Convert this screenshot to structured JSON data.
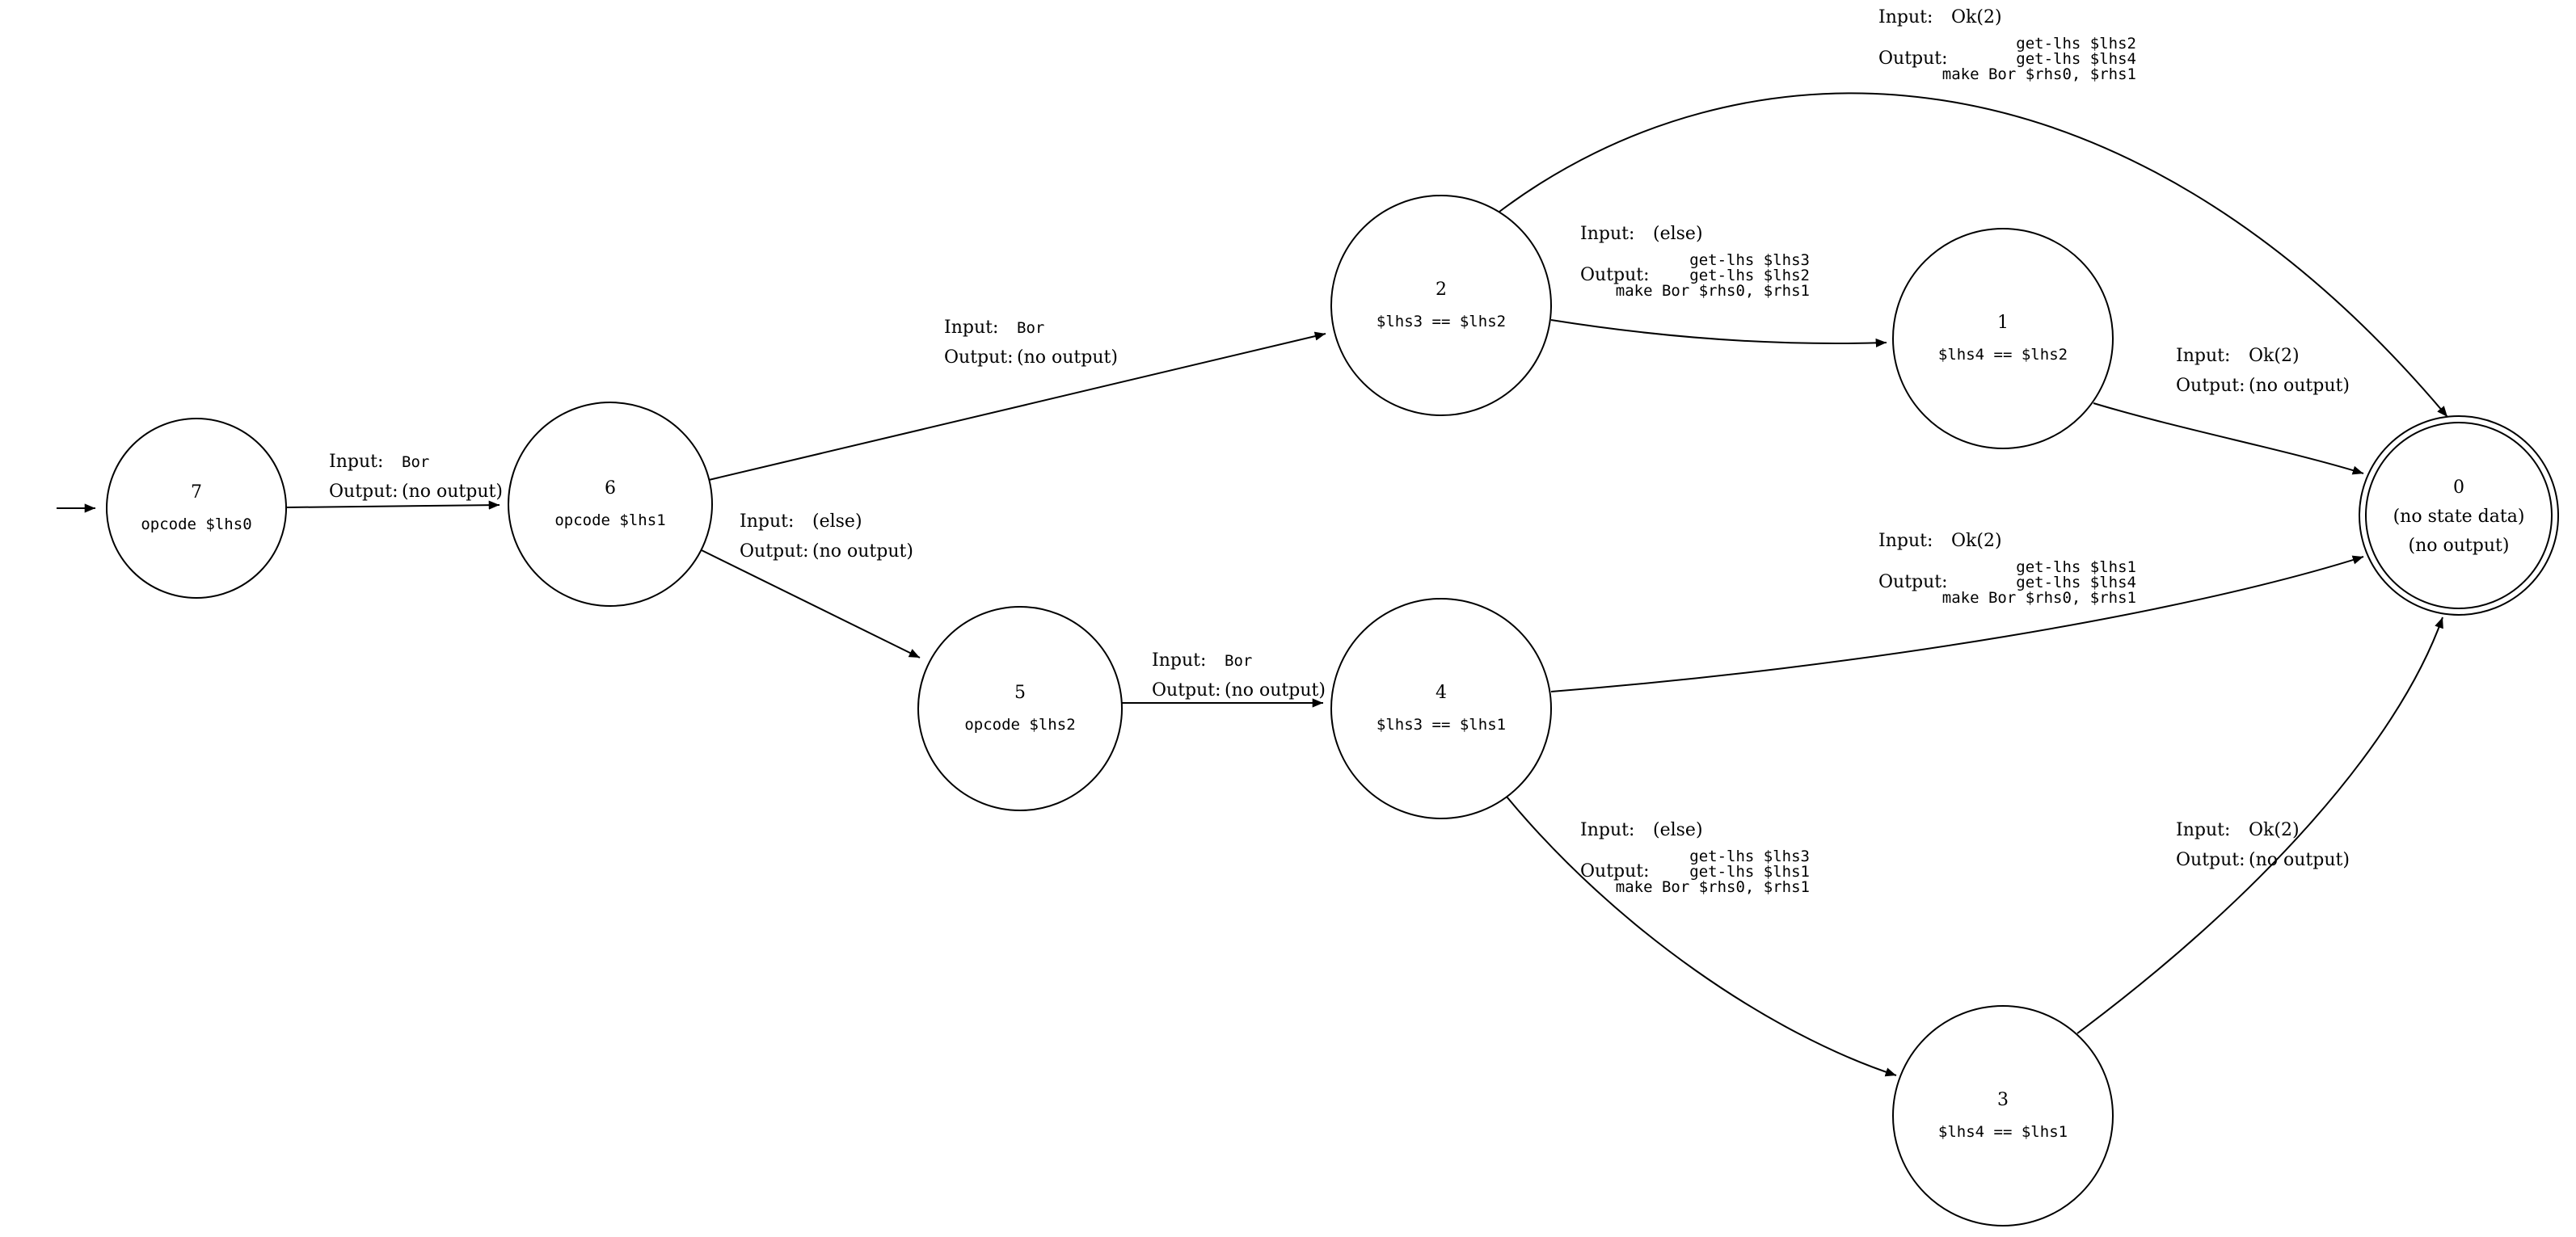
{
  "colors": {
    "stroke": "#000000",
    "background": "#ffffff"
  },
  "labels": {
    "input": "Input:",
    "output": "Output:"
  },
  "diagram": {
    "type": "state-machine",
    "nodes": {
      "n7": {
        "id": "7",
        "data": "opcode $lhs0"
      },
      "n6": {
        "id": "6",
        "data": "opcode $lhs1"
      },
      "n5": {
        "id": "5",
        "data": "opcode $lhs2"
      },
      "n2": {
        "id": "2",
        "data": "$lhs3 == $lhs2"
      },
      "n4": {
        "id": "4",
        "data": "$lhs3 == $lhs1"
      },
      "n1": {
        "id": "1",
        "data": "$lhs4 == $lhs2"
      },
      "n3": {
        "id": "3",
        "data": "$lhs4 == $lhs1"
      },
      "n0": {
        "id": "0",
        "line1": "(no state data)",
        "line2": "(no output)"
      }
    },
    "edges": {
      "e7_6": {
        "from": "7",
        "to": "6",
        "input": "Bor",
        "output": "(no output)"
      },
      "e6_2": {
        "from": "6",
        "to": "2",
        "input": "Bor",
        "output": "(no output)"
      },
      "e6_5": {
        "from": "6",
        "to": "5",
        "input": "(else)",
        "output": "(no output)"
      },
      "e5_4": {
        "from": "5",
        "to": "4",
        "input": "Bor",
        "output": "(no output)"
      },
      "e2_0": {
        "from": "2",
        "to": "0",
        "input": "Ok(2)",
        "outputs": [
          "get-lhs $lhs2",
          "get-lhs $lhs4",
          "make Bor $rhs0, $rhs1"
        ]
      },
      "e2_1": {
        "from": "2",
        "to": "1",
        "input": "(else)",
        "outputs": [
          "get-lhs $lhs3",
          "get-lhs $lhs2",
          "make Bor $rhs0, $rhs1"
        ]
      },
      "e4_0": {
        "from": "4",
        "to": "0",
        "input": "Ok(2)",
        "outputs": [
          "get-lhs $lhs1",
          "get-lhs $lhs4",
          "make Bor $rhs0, $rhs1"
        ]
      },
      "e4_3": {
        "from": "4",
        "to": "3",
        "input": "(else)",
        "outputs": [
          "get-lhs $lhs3",
          "get-lhs $lhs1",
          "make Bor $rhs0, $rhs1"
        ]
      },
      "e1_0": {
        "from": "1",
        "to": "0",
        "input": "Ok(2)",
        "output": "(no output)"
      },
      "e3_0": {
        "from": "3",
        "to": "0",
        "input": "Ok(2)",
        "output": "(no output)"
      }
    }
  }
}
